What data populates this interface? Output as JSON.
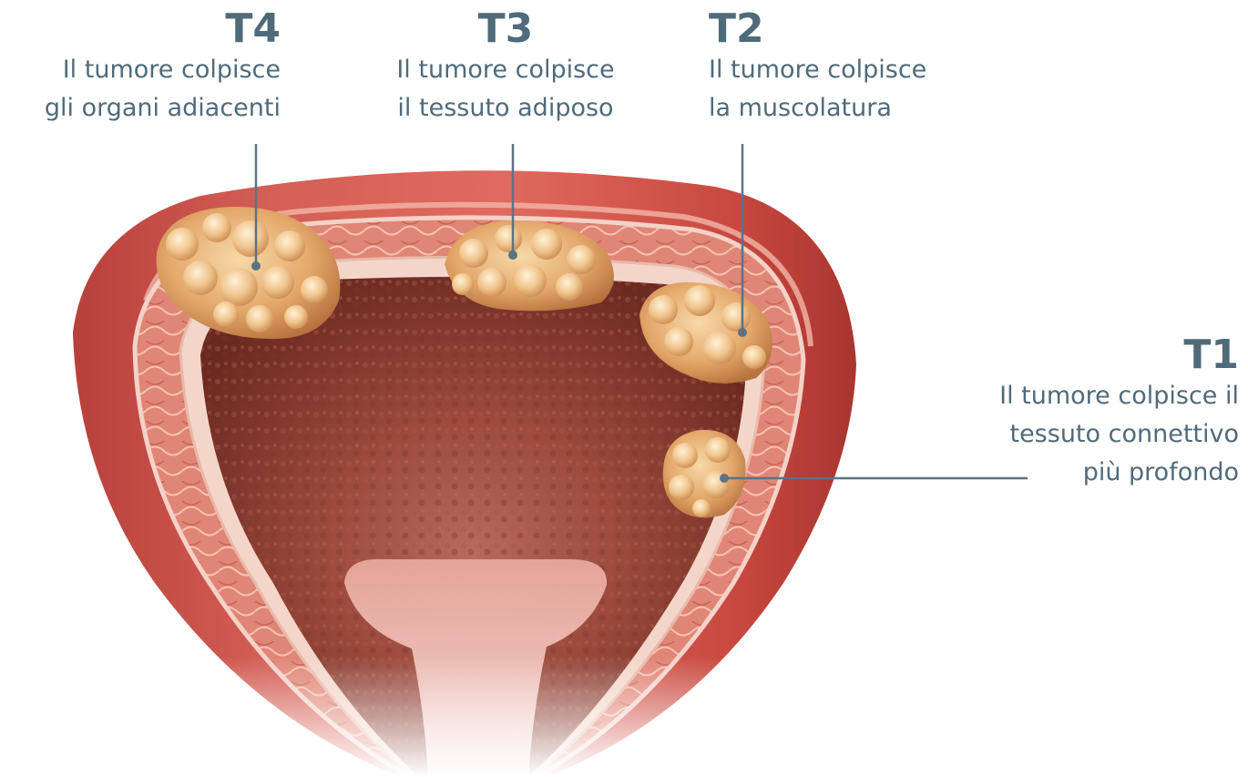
{
  "stages": [
    {
      "id": "T4",
      "stage": "T4",
      "lines": [
        "Il tumore colpisce",
        "gli organi adiacenti"
      ]
    },
    {
      "id": "T3",
      "stage": "T3",
      "lines": [
        "Il tumore colpisce",
        "il tessuto adiposo"
      ]
    },
    {
      "id": "T2",
      "stage": "T2",
      "lines": [
        "Il tumore colpisce",
        "la muscolatura"
      ]
    },
    {
      "id": "T1",
      "stage": "T1",
      "lines": [
        "Il tumore colpisce il",
        "tessuto connettivo",
        "più profondo"
      ]
    }
  ],
  "colors": {
    "label_text": "#4f6b7a",
    "leader_line": "#5b7382",
    "outer_wall": "#c9504a",
    "muscle": "#e58f84",
    "inner_cavity": "#8c3a2e",
    "tumor": "#e3a86c"
  }
}
